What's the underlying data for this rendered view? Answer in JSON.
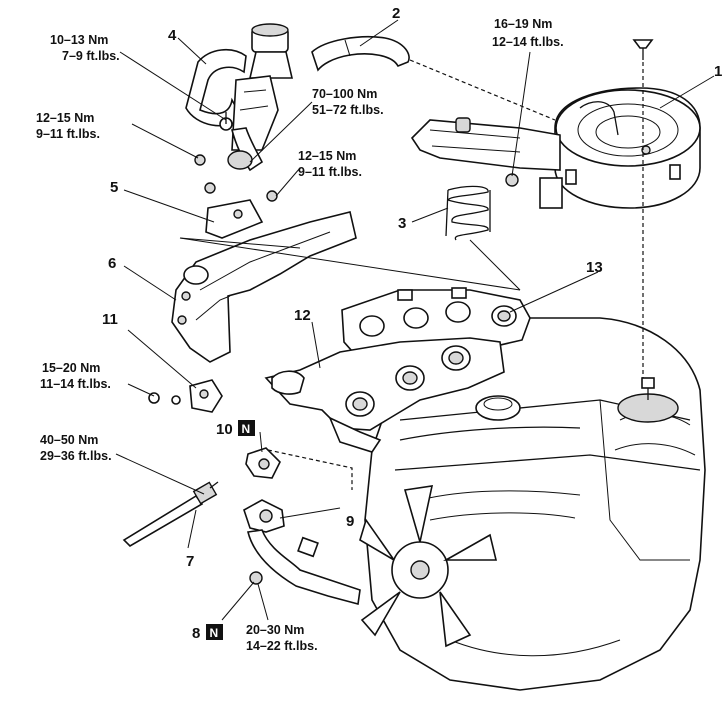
{
  "callouts": {
    "c1": "1",
    "c2": "2",
    "c3": "3",
    "c4": "4",
    "c5": "5",
    "c6": "6",
    "c7": "7",
    "c8": "8",
    "c9": "9",
    "c10": "10",
    "c11": "11",
    "c12": "12",
    "c13": "13"
  },
  "new_part_mark": "N",
  "torques": {
    "t1_nm": "10–13 Nm",
    "t1_ft": "7–9 ft.lbs.",
    "t2_nm": "16–19 Nm",
    "t2_ft": "12–14 ft.lbs.",
    "t3_nm": "12–15 Nm",
    "t3_ft": "9–11 ft.lbs.",
    "t4_nm": "70–100 Nm",
    "t4_ft": "51–72 ft.lbs.",
    "t5_nm": "12–15 Nm",
    "t5_ft": "9–11  ft.lbs.",
    "t6_nm": "15–20 Nm",
    "t6_ft": "11–14  ft.lbs.",
    "t7_nm": "40–50 Nm",
    "t7_ft": "29–36 ft.lbs.",
    "t8_nm": "20–30 Nm",
    "t8_ft": "14–22 ft.lbs."
  }
}
